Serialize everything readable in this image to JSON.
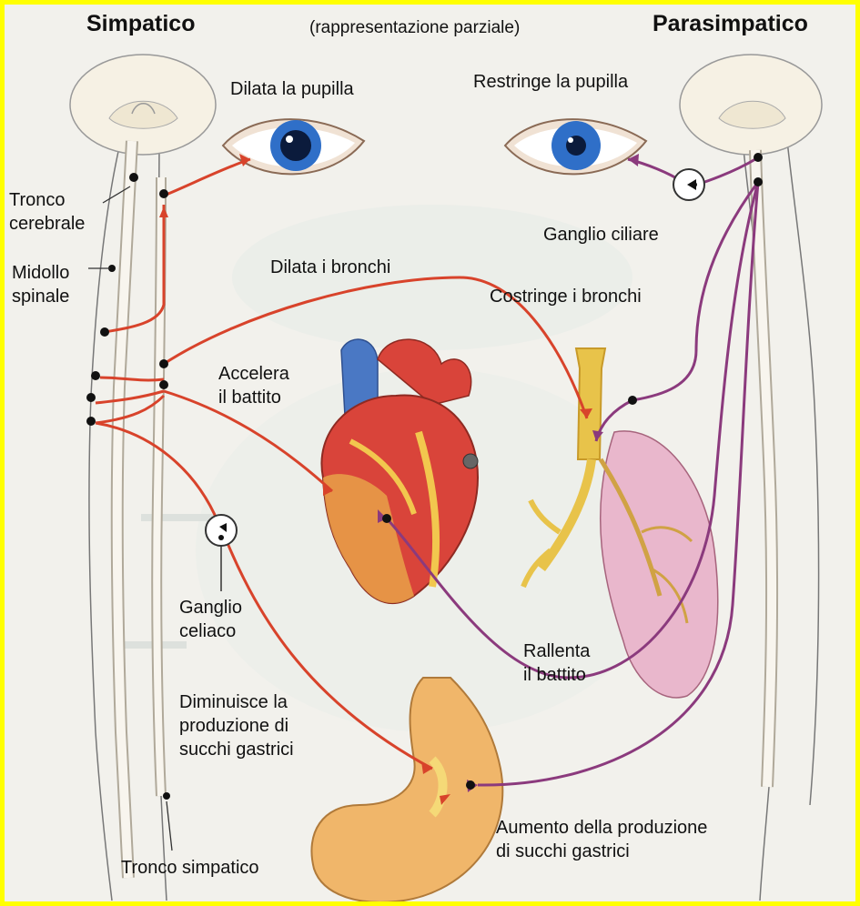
{
  "header": {
    "left_title": "Simpatico",
    "subtitle": "(rappresentazione parziale)",
    "right_title": "Parasimpatico"
  },
  "labels": {
    "tronco_cerebrale": "Tronco\ncerebrale",
    "midollo_spinale": "Midollo\nspinale",
    "dilata_pupilla": "Dilata la pupilla",
    "restringe_pupilla": "Restringe la pupilla",
    "ganglio_ciliare": "Ganglio ciliare",
    "dilata_bronchi": "Dilata i bronchi",
    "costringe_bronchi": "Costringe i bronchi",
    "accelera_battito": "Accelera\nil battito",
    "rallenta_battito": "Rallenta\nil battito",
    "ganglio_celiaco": "Ganglio\nceliaco",
    "diminuisce_succhi": "Diminuisce la\nproduzione di\nsucchi gastrici",
    "aumento_succhi": "Aumento della produzione\ndi succhi gastrici",
    "tronco_simpatico": "Tronco simpatico"
  },
  "colors": {
    "sympathetic_nerve": "#d8432b",
    "parasympathetic_nerve": "#8b3a7d",
    "frame": "#ffff00",
    "heart_red": "#d9443a",
    "heart_blue": "#4a78c4",
    "iris": "#2f6fc8",
    "lung": "#e9b7cc",
    "bronchi": "#e8c34a",
    "stomach": "#f0b66a"
  }
}
